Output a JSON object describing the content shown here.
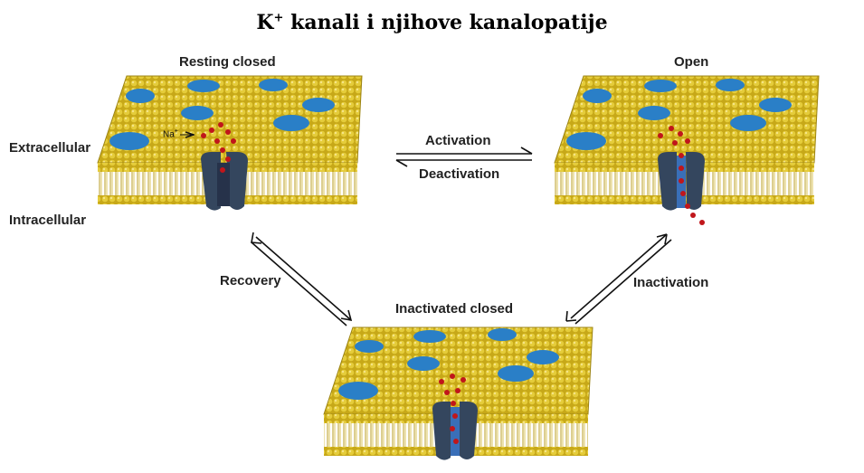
{
  "title": {
    "main": "K",
    "sup": "+",
    "rest": " kanali i njihove kanalopatije"
  },
  "states": {
    "resting": "Resting closed",
    "open": "Open",
    "inactivated": "Inactivated closed"
  },
  "sides": {
    "extracellular": "Extracellular",
    "intracellular": "Intracellular"
  },
  "ion_label": "Na",
  "ion_sup": "+",
  "transitions": {
    "activation": "Activation",
    "deactivation": "Deactivation",
    "recovery": "Recovery",
    "inactivation": "Inactivation"
  },
  "colors": {
    "membrane_top": "#c9ad1f",
    "membrane_side": "#b39a1a",
    "protein": "#2a7fc7",
    "channel": "#2f3f55",
    "ion": "#c0161b"
  }
}
